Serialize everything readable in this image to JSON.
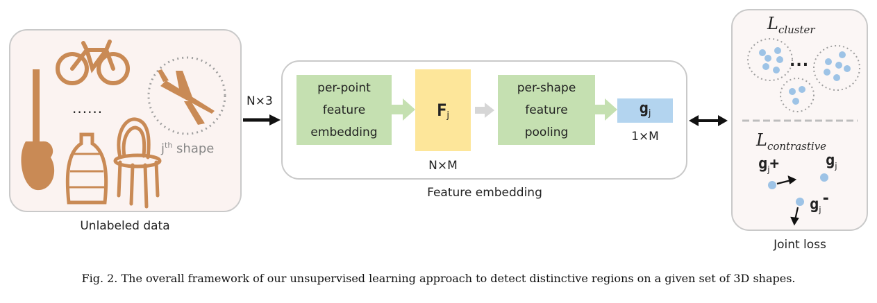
{
  "input_panel": {
    "dots": "......",
    "shape_label": "j",
    "shape_label_sup": "th",
    "shape_label_rest": " shape",
    "caption": "Unlabeled data"
  },
  "input_arrow": {
    "label": "N×3"
  },
  "embedding_panel": {
    "block1": "per-point\nfeature\nembedding",
    "F_symbol": "F",
    "F_sub": "j",
    "F_dims": "N×M",
    "block2": "per-shape\nfeature\npooling",
    "g_symbol": "g",
    "g_sub": "j",
    "g_dims": "1×M",
    "caption": "Feature embedding"
  },
  "loss_panel": {
    "cluster_L": "L",
    "cluster_sub": "cluster",
    "ellipsis": "...",
    "contrastive_L": "L",
    "contrastive_sub": "contrastive",
    "gpos": "g",
    "gpos_sub": "j",
    "gpos_sign": "+",
    "ganchor": "g",
    "ganchor_sub": "j",
    "gneg": "g",
    "gneg_sub": "j",
    "gneg_sign": "-",
    "caption": "Joint loss"
  },
  "figure_caption": "Fig. 2.  The overall framework of our unsupervised learning approach to detect distinctive regions on a given set of 3D shapes.",
  "colors": {
    "green_block": "#c5e0b1",
    "yellow_block": "#fde69a",
    "blue_block": "#b3d4ef",
    "dot_blue": "#9dc3e6",
    "panel_border": "#c9c9c9",
    "input_bg": "#fbf3f1",
    "loss_bg": "#fbf6f5"
  }
}
